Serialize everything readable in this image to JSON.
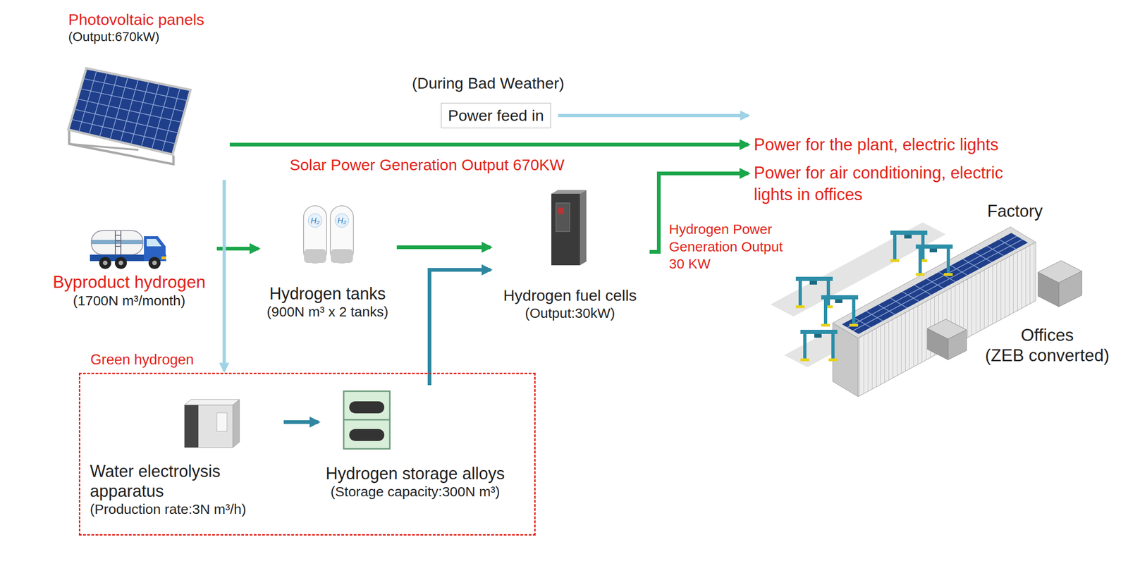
{
  "diagram": {
    "nodes": [
      {
        "text": [
          "Photovoltaic panels",
          "(Output:670kW)"
        ]
      },
      {
        "text": [
          "Power feed in"
        ]
      },
      {
        "text": [
          "Power for the plant, electric lights"
        ]
      },
      {
        "text": [
          "Power for air conditioning, electric lights in offices"
        ]
      },
      {
        "text": [
          "Byproduct hydrogen",
          "(1700N m³/month)"
        ]
      },
      {
        "text": [
          "Hydrogen tanks",
          "(900N m³ x 2 tanks)"
        ]
      },
      {
        "text": [
          "Hydrogen fuel cells",
          "(Output:30kW)"
        ]
      },
      {
        "text": [
          "Green hydrogen"
        ]
      },
      {
        "text": [
          "Water electrolysis apparatus",
          "(Production rate:3N m³/h)"
        ],
        "in": 7
      },
      {
        "text": [
          "Hydrogen storage alloys",
          "(Storage capacity:300N m³)"
        ],
        "in": 7
      },
      {
        "text": [
          "Factory"
        ]
      },
      {
        "text": [
          "Offices",
          "(ZEB converted)"
        ]
      }
    ],
    "edges": [
      {
        "from": 0,
        "to": 2,
        "arrow": "to",
        "label": "Solar Power Generation Output 670KW"
      },
      {
        "from": 1,
        "to": 2,
        "arrow": "to"
      },
      {
        "from": 4,
        "to": 5,
        "arrow": "to"
      },
      {
        "from": 0,
        "to": 7,
        "arrow": "to"
      },
      {
        "from": 5,
        "to": 6,
        "arrow": "to"
      },
      {
        "from": 9,
        "to": 6,
        "arrow": "to"
      },
      {
        "from": 8,
        "to": 9,
        "arrow": "to"
      },
      {
        "from": 6,
        "to": 3,
        "arrow": "to",
        "label": "Hydrogen Power Generation Output 30 KW"
      }
    ],
    "labels": [
      "(During Bad Weather)",
      "H₂",
      "H₂"
    ]
  }
}
